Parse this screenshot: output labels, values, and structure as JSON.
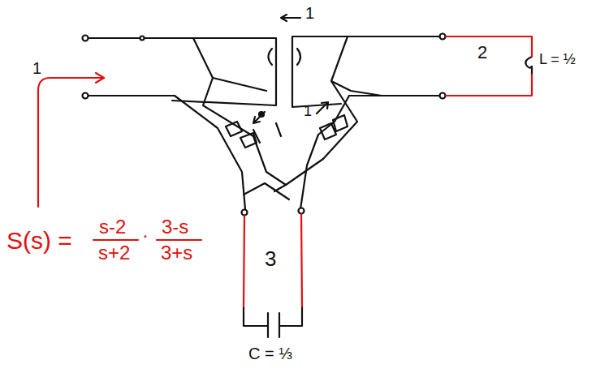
{
  "diagram": {
    "labels": [
      "1",
      "1",
      "1",
      "2",
      "L = ½",
      "3",
      "C = ⅓",
      "S(s) =",
      "s-2",
      "s+2",
      "·",
      "3-s",
      "3+s"
    ]
  }
}
